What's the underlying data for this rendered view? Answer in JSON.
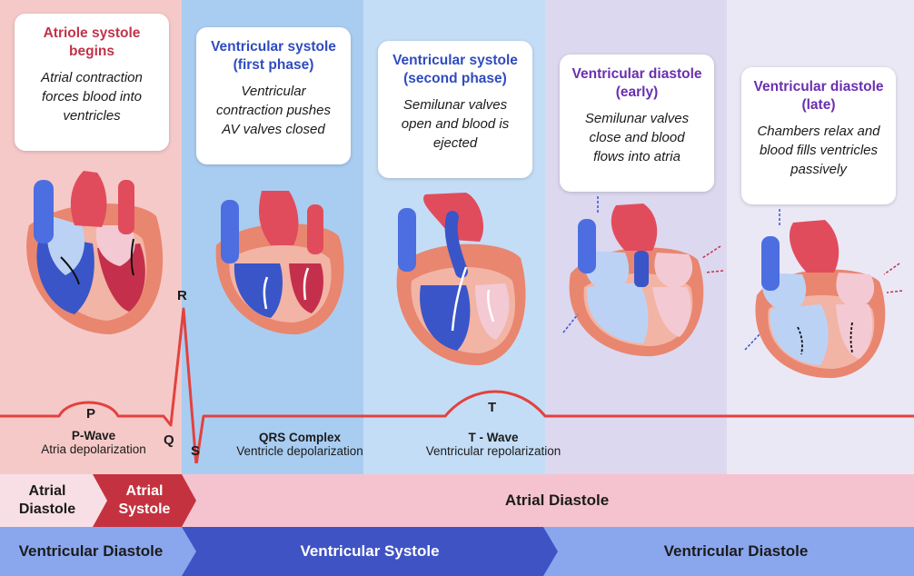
{
  "colors": {
    "panel_atrial_systole": "#f6c9c9",
    "panel_vent_systole_1": "#a9cdf1",
    "panel_vent_systole_2": "#c4ddf6",
    "panel_vent_diastole_early": "#dcd8ef",
    "panel_vent_diastole_late": "#ebe8f6",
    "title_red": "#c0334a",
    "title_blue": "#2f4bbf",
    "title_purple": "#6a2fb0",
    "ecg_line": "#e2423e",
    "atrial_diastole_bg": "#f5c3cf",
    "atrial_systole_bg": "#c5323f",
    "vent_diastole_bg": "#8aa7ee",
    "vent_systole_bg": "#3f53c4"
  },
  "phases": [
    {
      "title": "Atriole systole begins",
      "description": "Atrial contraction forces blood into ventricles",
      "icon": "heart-atrial-contraction-icon"
    },
    {
      "title": "Ventricular systole (first phase)",
      "description": "Ventricular contraction pushes AV valves closed",
      "icon": "heart-ventricular-contraction-icon"
    },
    {
      "title": "Ventricular systole (second phase)",
      "description": "Semilunar valves open and blood is ejected",
      "icon": "heart-blood-ejection-icon"
    },
    {
      "title": "Ventricular diastole (early)",
      "description": "Semilunar valves close and blood flows into atria",
      "icon": "heart-atria-filling-icon"
    },
    {
      "title": "Ventricular diastole (late)",
      "description": "Chambers relax and blood fills ventricles passively",
      "icon": "heart-passive-filling-icon"
    }
  ],
  "ecg": {
    "P": "P",
    "Q": "Q",
    "R": "R",
    "S": "S",
    "T": "T",
    "p_wave_title": "P-Wave",
    "p_wave_desc": "Atria depolarization",
    "qrs_title": "QRS Complex",
    "qrs_desc": "Ventricle depolarization",
    "t_wave_title": "T - Wave",
    "t_wave_desc": "Ventricular repolarization"
  },
  "atrial_row": {
    "left": "Atrial Diastole",
    "middle": "Atrial Systole",
    "right": "Atrial Diastole"
  },
  "ventricular_row": {
    "left": "Ventricular Diastole",
    "middle": "Ventricular Systole",
    "right": "Ventricular Diastole"
  }
}
